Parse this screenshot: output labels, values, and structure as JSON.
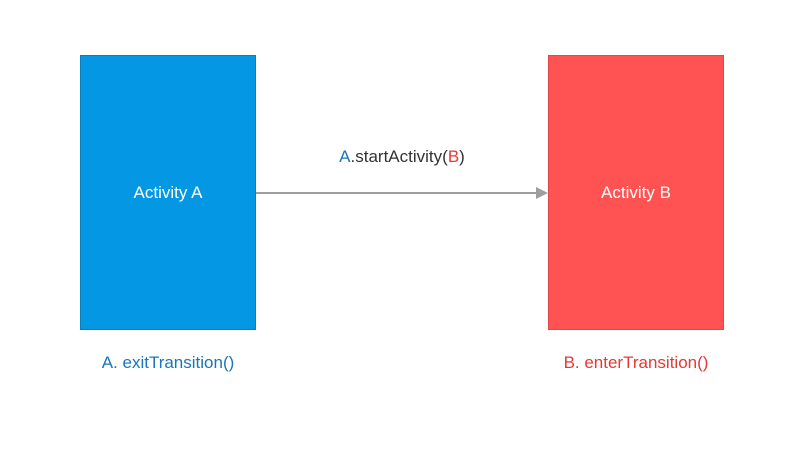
{
  "activity_a": {
    "label": "Activity A",
    "color": "#0497e3",
    "transition": "A. exitTransition()"
  },
  "activity_b": {
    "label": "Activity B",
    "color": "#ff5252",
    "transition": "B. enterTransition()"
  },
  "call": {
    "caller": "A",
    "method": ".startActivity(",
    "target": "B",
    "close": ")"
  }
}
